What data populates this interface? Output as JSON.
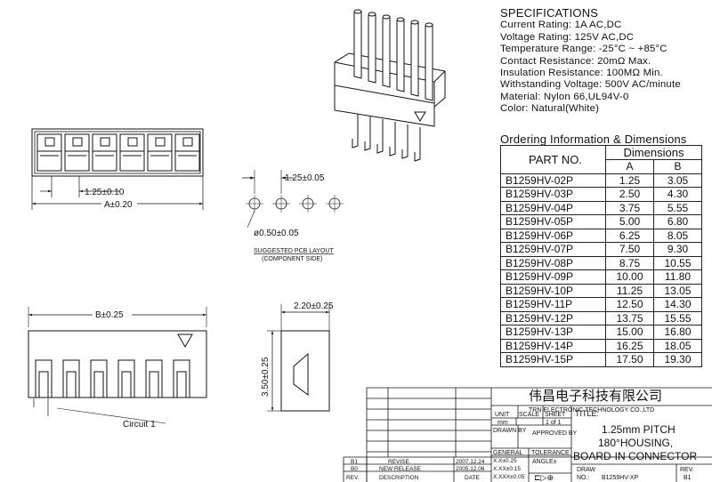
{
  "specifications": {
    "title": "SPECIFICATIONS",
    "lines": [
      "Current Rating: 1A AC,DC",
      "Voltage Rating: 125V AC,DC",
      "Temperature Range: -25°C ~ +85°C",
      "Contact Resistance: 20mΩ Max.",
      "Insulation Resistance: 100MΩ Min.",
      "Withstanding Voltage: 500V AC/minute",
      "Material: Nylon 66,UL94V-0",
      "Color: Natural(White)"
    ]
  },
  "ordering": {
    "title": "Ordering Information & Dimensions",
    "header_part": "PART NO.",
    "header_dims": "Dimensions",
    "col_a": "A",
    "col_b": "B",
    "rows": [
      [
        "B1259HV-02P",
        "1.25",
        "3.05"
      ],
      [
        "B1259HV-03P",
        "2.50",
        "4.30"
      ],
      [
        "B1259HV-04P",
        "3.75",
        "5.55"
      ],
      [
        "B1259HV-05P",
        "5.00",
        "6.80"
      ],
      [
        "B1259HV-06P",
        "6.25",
        "8.05"
      ],
      [
        "B1259HV-07P",
        "7.50",
        "9.30"
      ],
      [
        "B1259HV-08P",
        "8.75",
        "10.55"
      ],
      [
        "B1259HV-09P",
        "10.00",
        "11.80"
      ],
      [
        "B1259HV-10P",
        "11.25",
        "13.05"
      ],
      [
        "B1259HV-11P",
        "12.50",
        "14.30"
      ],
      [
        "B1259HV-12P",
        "13.75",
        "15.55"
      ],
      [
        "B1259HV-13P",
        "15.00",
        "16.80"
      ],
      [
        "B1259HV-14P",
        "16.25",
        "18.05"
      ],
      [
        "B1259HV-15P",
        "17.50",
        "19.30"
      ]
    ]
  },
  "dimensions": {
    "pitch_tol": "1.25±0.10",
    "a_tol": "A±0.20",
    "pcb_pitch": "1.25±0.05",
    "hole_dia": "ø0.50±0.05",
    "pcb_layout_title": "SUGGESTED PCB LAYOUT",
    "pcb_layout_sub": "(COMPONENT SIDE)",
    "b_tol": "B±0.25",
    "depth": "2.20±0.25",
    "height": "3.50±0.25",
    "circuit_label": "Circuit 1"
  },
  "title_block": {
    "company_cn": "伟昌电子科技有限公司",
    "company_en": "TRN ELECTRONIC TECHNOLOGY CO.,LTD",
    "title_label": "TITLE:",
    "title_lines": [
      "1.25mm PITCH",
      "180°HOUSING,",
      "BOARD-IN CONNECTOR"
    ],
    "unit_label": "UNIT",
    "unit_value": "mm",
    "scale_label": "SCALE",
    "sheet_label": "SHEET",
    "sheet_value": "1 of 1",
    "drawn_by": "DRAWN BY",
    "approved_by": "APPROVED BY",
    "general": "GENERAL",
    "tolerance": "TOLERANCE",
    "tol_1": "X.X±0.25",
    "tol_2": "X.XX±0.15",
    "tol_3": "X.XXX±0.05",
    "angle": "ANGLE±",
    "draw_label": "DRAW",
    "no_label": "NO.:",
    "draw_no": "B1259HV-XP",
    "rev_label": "REV.",
    "rev_value": "B1",
    "revisions": [
      {
        "rev": "B1",
        "desc": "REVISE",
        "date": "2007.12.24"
      },
      {
        "rev": "B0",
        "desc": "NEW RELEASE",
        "date": "2005.12.06"
      }
    ],
    "rev_head": "REV.",
    "desc_head": "DESCRIPTION",
    "date_head": "DATE"
  }
}
